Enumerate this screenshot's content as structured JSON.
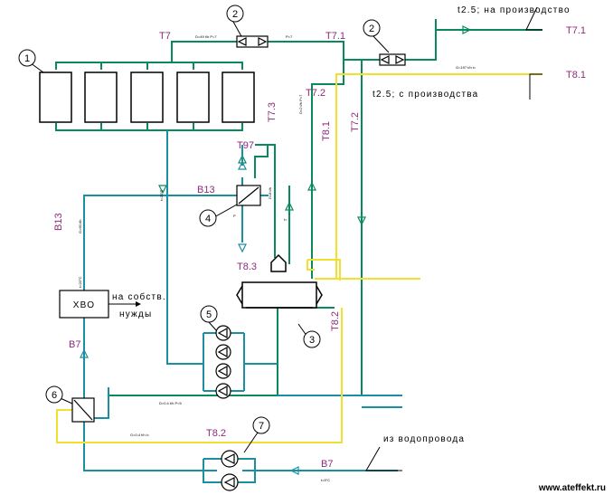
{
  "colors": {
    "green": "#0a8a5c",
    "teal": "#1a8fa0",
    "yellow": "#f0e030",
    "black": "#000000",
    "magenta": "#8e2a7e"
  },
  "pipe_labels": {
    "t7": "T7",
    "t7_1_top": "T7.1",
    "t7_1_right": "T7.1",
    "t8_1_right": "T8.1",
    "t7_2_a": "T7.2",
    "t7_2_b": "T7.2",
    "t8_1_vert": "T8.1",
    "t7_3": "T7.3",
    "t97": "T97",
    "b13_h": "B13",
    "b13_v": "B13",
    "t8_3": "T8.3",
    "t8_2_vert": "T8.2",
    "b7_left": "B7",
    "t8_2_bottom": "T8.2",
    "b7_bottom": "B7"
  },
  "annotations": {
    "to_production": "t2.5;  на производство",
    "from_production": "t2.5;  с производства",
    "own_needs_1": "на собств.",
    "own_needs_2": "нужды",
    "from_water_supply": "из водопровода",
    "hvo": "ХВО",
    "watermark": "www.ateffekt.ru"
  },
  "small_marks": {
    "d_t7": "D=49 t/h P=7",
    "p_t7_1": "P=7",
    "g_t8_1": "G=197 t/h t=",
    "d_t7_2": "D=2 t/h P=7",
    "t_b13": "t=20°C",
    "g_b13": "G=60 t/h",
    "d_t97": "D=8 t/h",
    "p_4": "P",
    "t_4": "t=",
    "t_hvo": "t=20°C",
    "d_6": "D=0.4 t/h P=5",
    "g_6": "G=0.4 t/h t=",
    "t_b7": "t=5°C"
  },
  "equipment": {
    "boilers": "1",
    "heater_a": "2",
    "heater_b": "2",
    "deaerator": "3",
    "heater_4": "4",
    "pumps_5": "5",
    "heater_6": "6",
    "pumps_7": "7"
  }
}
